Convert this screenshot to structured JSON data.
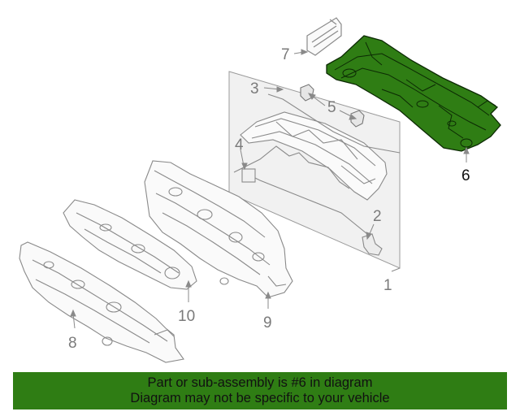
{
  "diagram": {
    "callouts": [
      {
        "id": "1",
        "label": "1"
      },
      {
        "id": "2",
        "label": "2"
      },
      {
        "id": "3",
        "label": "3"
      },
      {
        "id": "4",
        "label": "4"
      },
      {
        "id": "5",
        "label": "5"
      },
      {
        "id": "6",
        "label": "6",
        "highlighted": true
      },
      {
        "id": "7",
        "label": "7"
      },
      {
        "id": "8",
        "label": "8"
      },
      {
        "id": "9",
        "label": "9"
      },
      {
        "id": "10",
        "label": "10"
      }
    ],
    "highlight_color": "#2f7d14",
    "line_color": "#8a8a8a"
  },
  "banner": {
    "line1": "Part or sub-assembly is #6 in diagram",
    "line2": "Diagram may not be specific to your vehicle",
    "background": "#2f7d14"
  }
}
